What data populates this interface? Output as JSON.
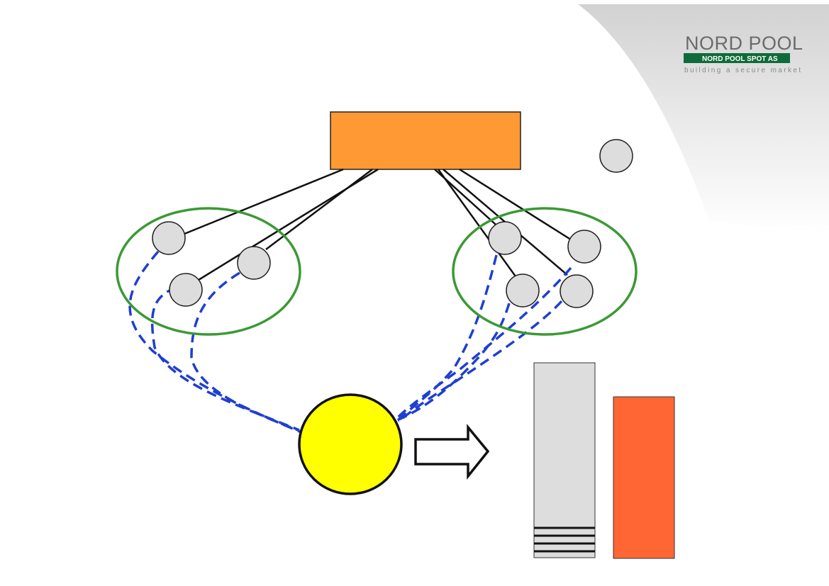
{
  "logo": {
    "wordmark": "NORD POOL",
    "banner": "NORD POOL SPOT AS",
    "tagline": "building a secure market",
    "banner_color": "#0f6b3a"
  },
  "colors": {
    "hub": "#ff9933",
    "node": "#dddddd",
    "group_outline": "#3a9a34",
    "dashed_link": "#1f3fd0",
    "central_circle": "#ffff00",
    "bar_gray": "#dddddd",
    "bar_orange": "#ff6633"
  }
}
